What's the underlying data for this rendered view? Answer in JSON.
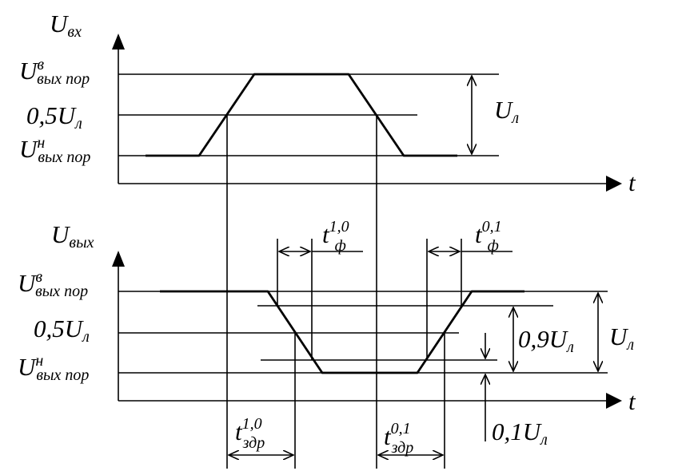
{
  "input_plot": {
    "axis_y": {
      "symbol": "U",
      "sub": "вх"
    },
    "axis_x": "t",
    "level_high": {
      "symbol": "U",
      "sup": "в",
      "sub": "вых пор"
    },
    "level_mid": {
      "text": "0,5U",
      "sub": "л"
    },
    "level_low": {
      "symbol": "U",
      "sup": "н",
      "sub": "вых пор"
    },
    "swing": {
      "symbol": "U",
      "sub": "л"
    }
  },
  "output_plot": {
    "axis_y": {
      "symbol": "U",
      "sub": "вых"
    },
    "axis_x": "t",
    "level_high": {
      "symbol": "U",
      "sup": "в",
      "sub": "вых пор"
    },
    "level_mid": {
      "text": "0,5U",
      "sub": "л"
    },
    "level_low": {
      "symbol": "U",
      "sup": "н",
      "sub": "вых пор"
    },
    "fall_time": {
      "symbol": "t",
      "sup": "1,0",
      "sub": "ф"
    },
    "rise_time": {
      "symbol": "t",
      "sup": "0,1",
      "sub": "ф"
    },
    "delay_fall": {
      "symbol": "t",
      "sup": "1,0",
      "sub": "здр"
    },
    "delay_rise": {
      "symbol": "t",
      "sup": "0,1",
      "sub": "здр"
    },
    "swing_09": {
      "text": "0,9U",
      "sub": "л"
    },
    "swing_01": {
      "text": "0,1U",
      "sub": "л"
    },
    "swing": {
      "symbol": "U",
      "sub": "л"
    }
  }
}
